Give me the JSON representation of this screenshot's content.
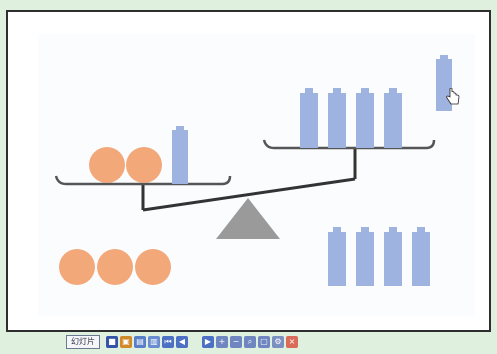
{
  "toolbar": {
    "label": "幻灯片",
    "buttons": [
      {
        "name": "save-icon",
        "glyph": "■",
        "color": "#3553a8"
      },
      {
        "name": "open-icon",
        "glyph": "▣",
        "color": "#d08a2a"
      },
      {
        "name": "edit-icon",
        "glyph": "▤",
        "color": "#5a7fc8"
      },
      {
        "name": "print-icon",
        "glyph": "▥",
        "color": "#6a8cd0"
      },
      {
        "name": "first-slide-icon",
        "glyph": "⏮",
        "color": "#4d6fc4"
      },
      {
        "name": "previous-slide-icon",
        "glyph": "◀",
        "color": "#4d6fc4"
      },
      {
        "name": "gap",
        "glyph": "",
        "color": "transparent"
      },
      {
        "name": "next-slide-icon",
        "glyph": "▶",
        "color": "#4d6fc4"
      },
      {
        "name": "zoom-in-icon",
        "glyph": "+",
        "color": "#6f86c0"
      },
      {
        "name": "zoom-out-icon",
        "glyph": "−",
        "color": "#6f86c0"
      },
      {
        "name": "search-icon",
        "glyph": "⌕",
        "color": "#6f86c0"
      },
      {
        "name": "fit-icon",
        "glyph": "▢",
        "color": "#6f86c0"
      },
      {
        "name": "settings-icon",
        "glyph": "⚙",
        "color": "#7b8fc0"
      },
      {
        "name": "close-icon",
        "glyph": "×",
        "color": "#d86b5a"
      }
    ]
  },
  "colors": {
    "circle": "#f2a878",
    "battery": "#9fb3e0",
    "beam": "#333333",
    "fulcrum": "#9a9a9a",
    "pan": "#555555"
  }
}
